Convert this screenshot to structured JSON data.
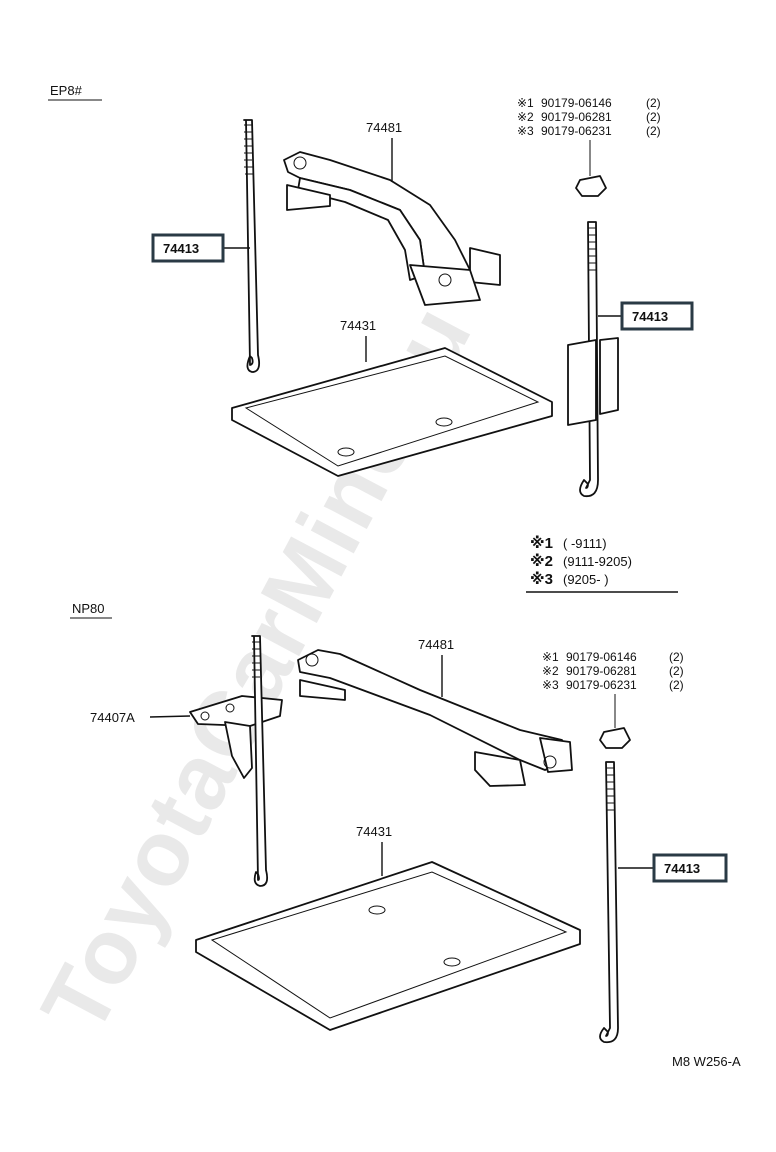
{
  "watermark": "ToyotaCarMine.ru",
  "sections": [
    {
      "code": "EP8#",
      "callouts": [
        {
          "label": "74481",
          "boxed": false
        },
        {
          "label": "74413",
          "boxed": true
        },
        {
          "label": "74413",
          "boxed": true
        },
        {
          "label": "74431",
          "boxed": false
        }
      ],
      "fasteners": [
        {
          "mark": "※1",
          "part": "90179-06146",
          "qty": "(2)"
        },
        {
          "mark": "※2",
          "part": "90179-06281",
          "qty": "(2)"
        },
        {
          "mark": "※3",
          "part": "90179-06231",
          "qty": "(2)"
        }
      ]
    },
    {
      "code": "NP80",
      "callouts": [
        {
          "label": "74481",
          "boxed": false
        },
        {
          "label": "74407A",
          "boxed": false
        },
        {
          "label": "74431",
          "boxed": false
        },
        {
          "label": "74413",
          "boxed": true
        }
      ],
      "fasteners": [
        {
          "mark": "※1",
          "part": "90179-06146",
          "qty": "(2)"
        },
        {
          "mark": "※2",
          "part": "90179-06281",
          "qty": "(2)"
        },
        {
          "mark": "※3",
          "part": "90179-06231",
          "qty": "(2)"
        }
      ]
    }
  ],
  "legend": [
    {
      "mark": "※1",
      "range": "(       -9111)"
    },
    {
      "mark": "※2",
      "range": "(9111-9205)"
    },
    {
      "mark": "※3",
      "range": "(9205-        )"
    }
  ],
  "figure_code": "M8 W256-A"
}
